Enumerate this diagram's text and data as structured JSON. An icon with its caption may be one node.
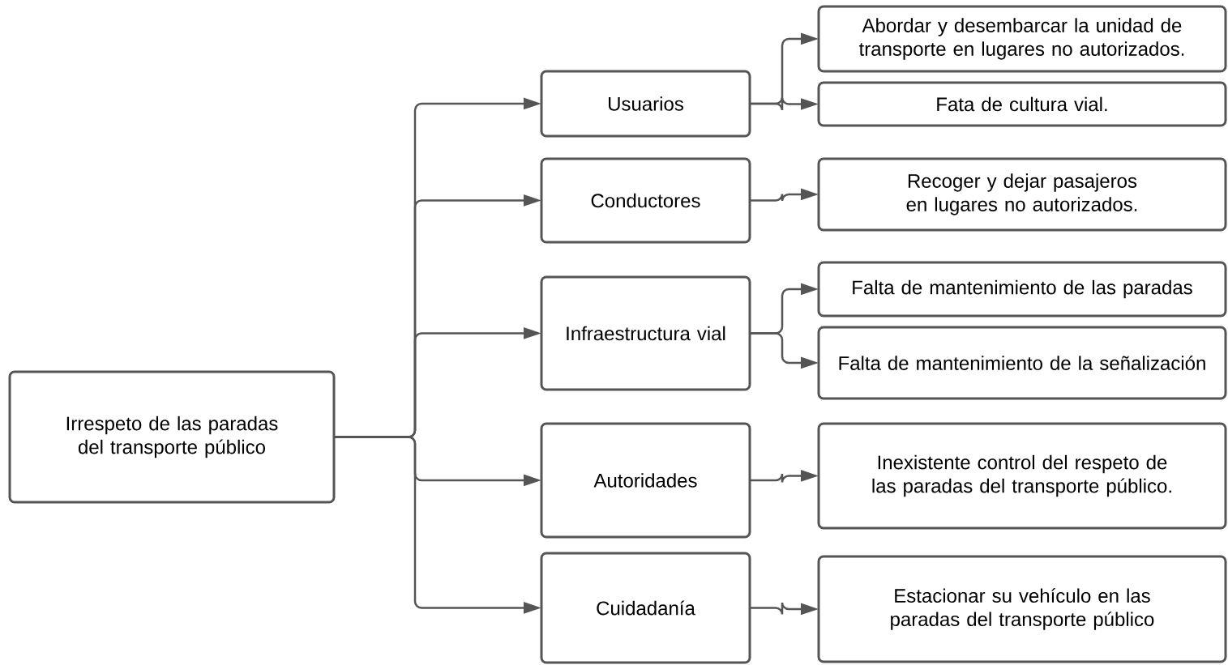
{
  "diagram": {
    "nodes": [
      {
        "text": [
          "Irrespeto de las paradas del transporte público"
        ]
      },
      {
        "text": [
          "Usuarios"
        ]
      },
      {
        "text": [
          "Conductores"
        ]
      },
      {
        "text": [
          "Infraestructura vial"
        ]
      },
      {
        "text": [
          "Autoridades"
        ]
      },
      {
        "text": [
          "Cuidadanía"
        ]
      },
      {
        "text": [
          "Abordar y desembarcar la unidad de transporte en lugares no autorizados."
        ]
      },
      {
        "text": [
          "Fata de cultura vial."
        ]
      },
      {
        "text": [
          "Recoger y dejar pasajeros en lugares no autorizados."
        ]
      },
      {
        "text": [
          "Falta de mantenimiento de las paradas"
        ]
      },
      {
        "text": [
          "Falta de mantenimiento de la señalización"
        ]
      },
      {
        "text": [
          "Inexistente control del respeto de las paradas del transporte público."
        ]
      },
      {
        "text": [
          "Estacionar su vehículo en las paradas del transporte público"
        ]
      }
    ],
    "edges": [
      {
        "from": 0,
        "to": 1,
        "arrow": "to"
      },
      {
        "from": 0,
        "to": 2,
        "arrow": "to"
      },
      {
        "from": 0,
        "to": 3,
        "arrow": "to"
      },
      {
        "from": 0,
        "to": 4,
        "arrow": "to"
      },
      {
        "from": 0,
        "to": 5,
        "arrow": "to"
      },
      {
        "from": 1,
        "to": 6,
        "arrow": "to"
      },
      {
        "from": 1,
        "to": 7,
        "arrow": "to"
      },
      {
        "from": 2,
        "to": 8,
        "arrow": "to"
      },
      {
        "from": 3,
        "to": 9,
        "arrow": "to"
      },
      {
        "from": 3,
        "to": 10,
        "arrow": "to"
      },
      {
        "from": 4,
        "to": 11,
        "arrow": "to"
      },
      {
        "from": 5,
        "to": 12,
        "arrow": "to"
      }
    ]
  }
}
